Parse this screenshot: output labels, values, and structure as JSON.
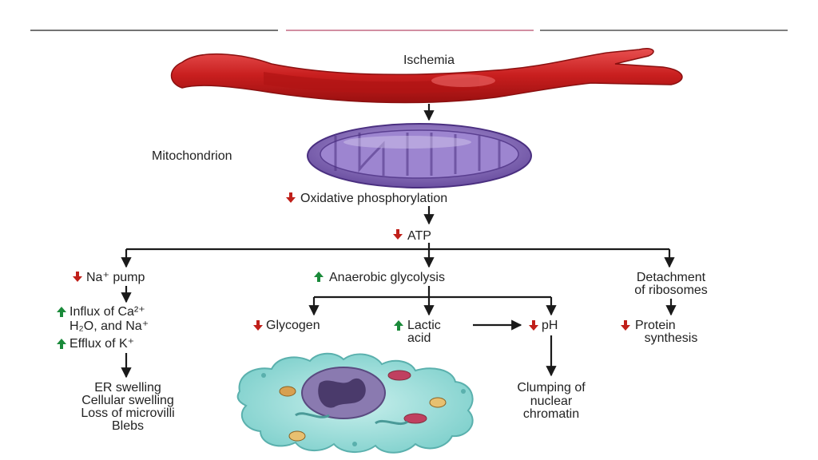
{
  "slide": {
    "header_lines": [
      "#222222",
      "#b84a6a",
      "#333333"
    ]
  },
  "diagram": {
    "ischemia": "Ischemia",
    "mitochondrion": "Mitochondrion",
    "oxidative_phosphorylation": "Oxidative phosphorylation",
    "atp": "ATP",
    "na_pump": "Na⁺ pump",
    "influx_line1": "Influx of Ca²⁺",
    "influx_line2": "H₂O, and Na⁺",
    "efflux": "Efflux of K⁺",
    "outcomes": [
      "ER swelling",
      "Cellular swelling",
      "Loss of microvilli",
      "Blebs"
    ],
    "anaerobic_glycolysis": "Anaerobic glycolysis",
    "glycogen": "Glycogen",
    "lactic": "Lactic",
    "acid": "acid",
    "ph": "pH",
    "clumping": [
      "Clumping of",
      "nuclear",
      "chromatin"
    ],
    "detachment": [
      "Detachment",
      "of ribosomes"
    ],
    "protein": "Protein",
    "synthesis": "synthesis"
  },
  "colors": {
    "increase": "#1a8a3a",
    "decrease": "#c0201a",
    "vessel": "#d42a2a",
    "mitochondrion": "#8a6fbf",
    "cell": "#9ed9d6"
  }
}
